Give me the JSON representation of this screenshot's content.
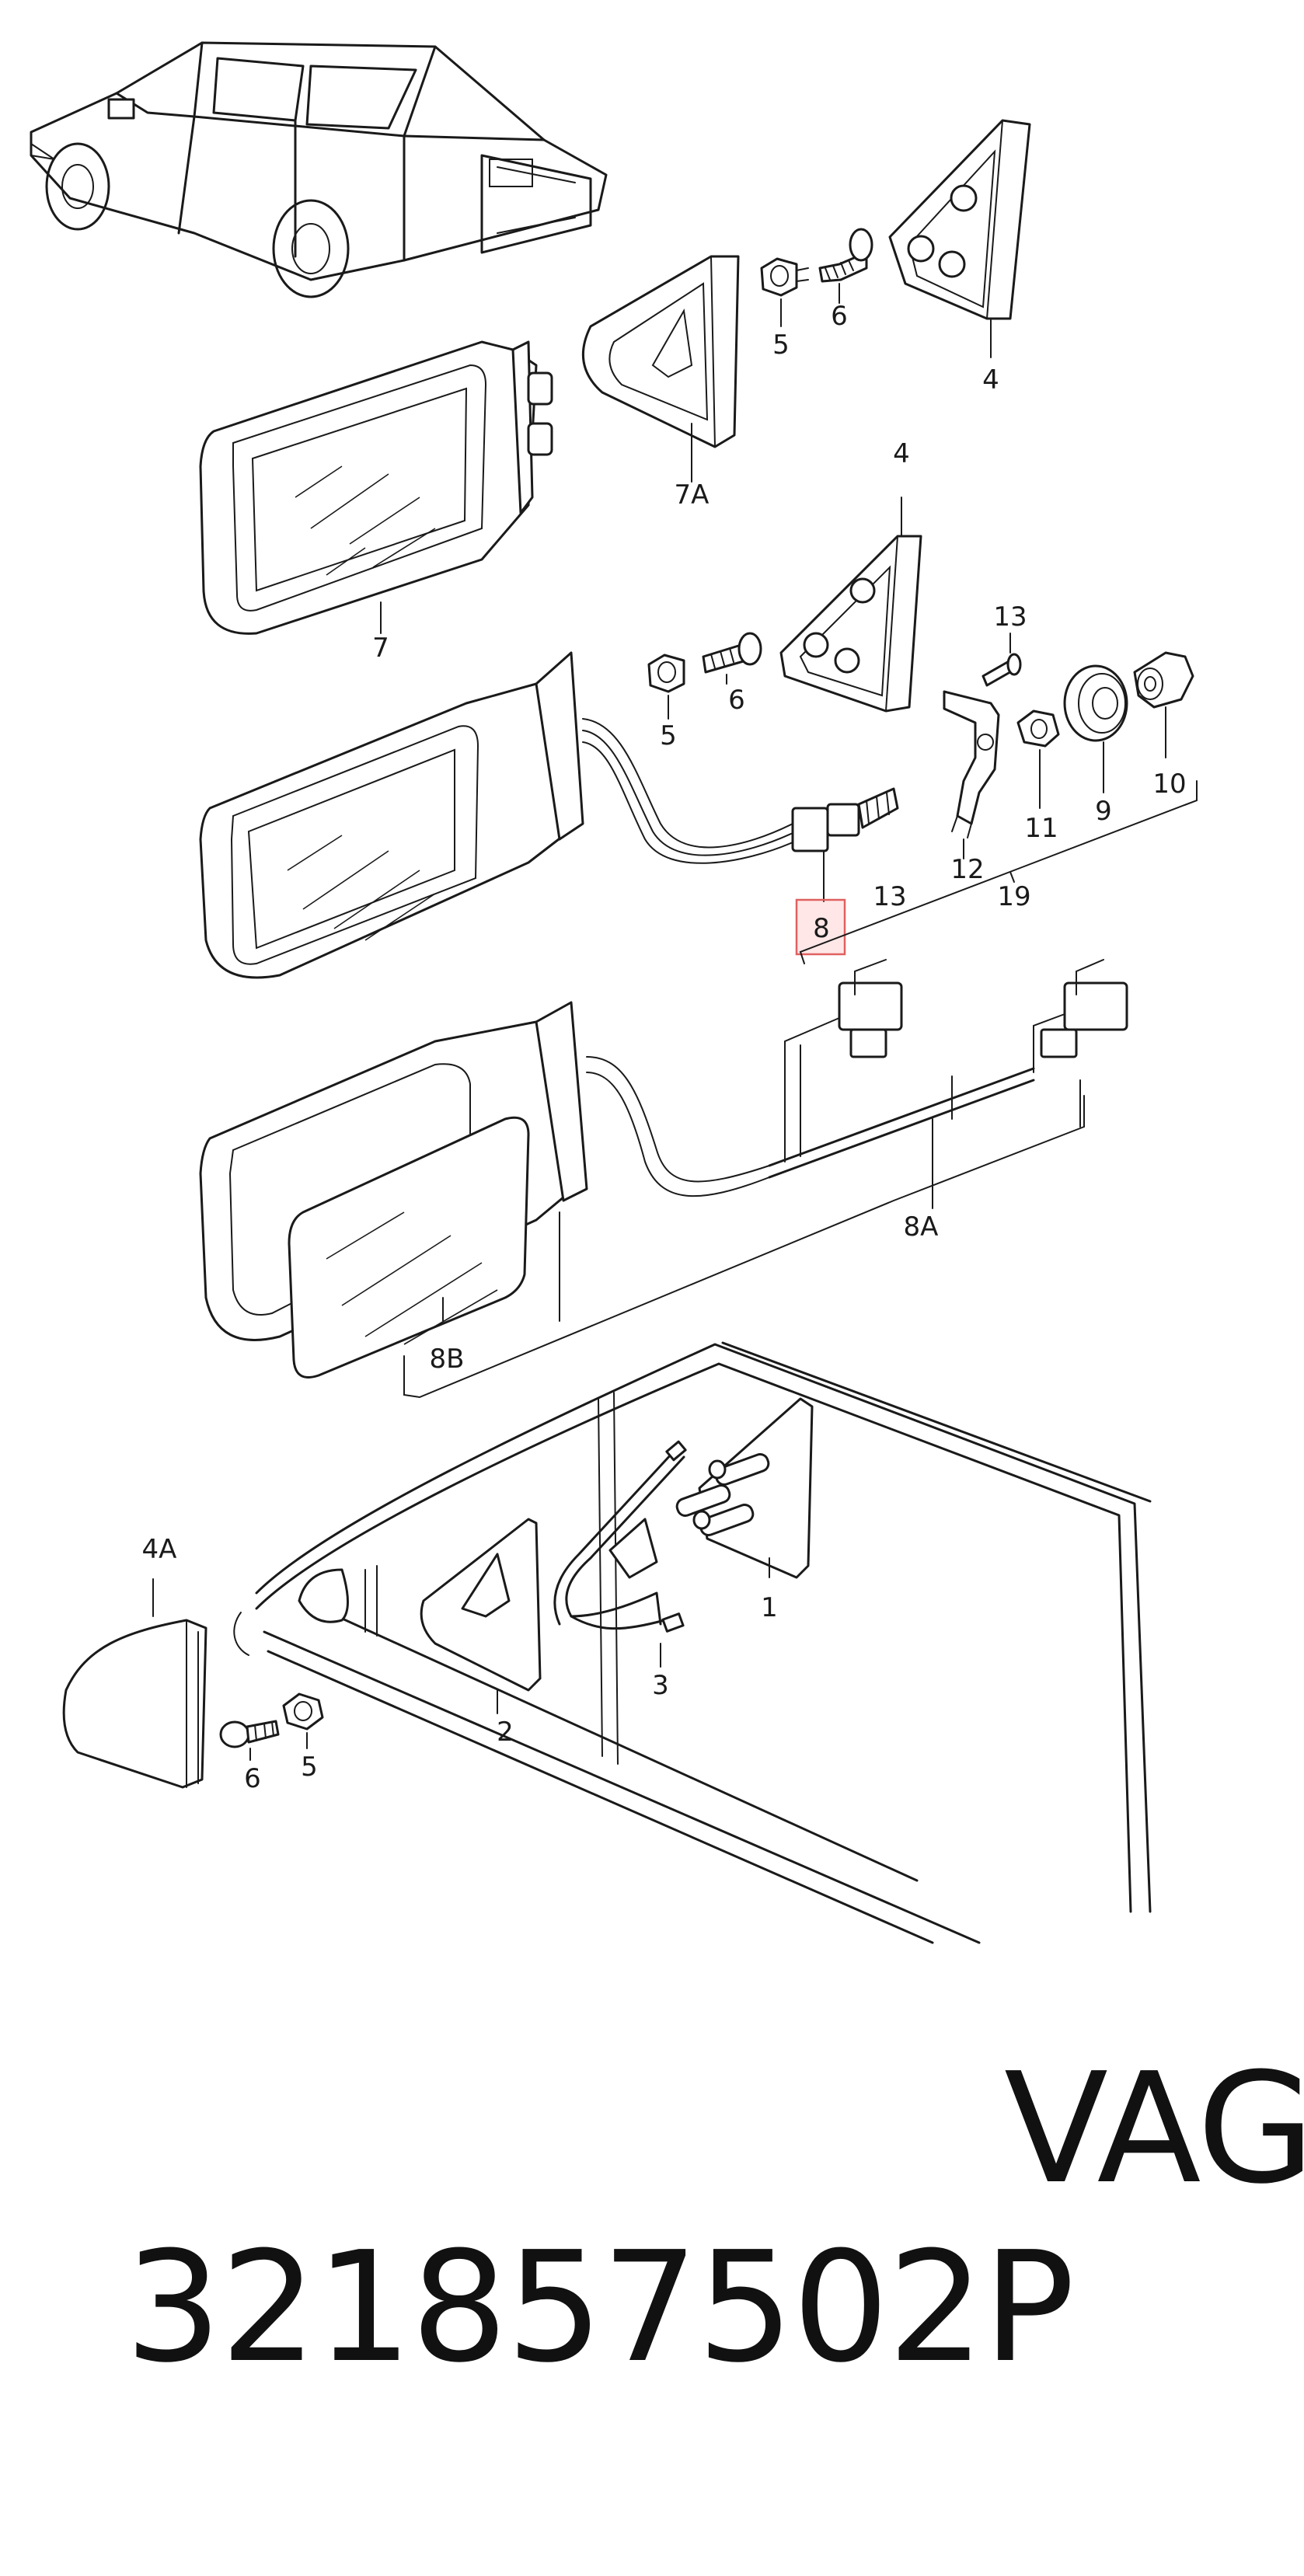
{
  "callouts": {
    "c1": "1",
    "c2": "2",
    "c3": "3",
    "c4_top": "4",
    "c4_mid": "4",
    "c4a": "4A",
    "c5_top": "5",
    "c5_mid": "5",
    "c5_bot": "5",
    "c6_top": "6",
    "c6_mid": "6",
    "c6_bot": "6",
    "c7": "7",
    "c7a": "7A",
    "c8": "8",
    "c8a": "8A",
    "c8b": "8B",
    "c9": "9",
    "c10": "10",
    "c11": "11",
    "c12": "12",
    "c13_top": "13",
    "c13_mid": "13",
    "c19": "19"
  },
  "highlighted_callout": "8",
  "footer": {
    "part_number": "321857502P",
    "brand": "VAG"
  },
  "colors": {
    "line": "#1a1a1a",
    "highlight": "#e06060",
    "background": "#ffffff"
  }
}
